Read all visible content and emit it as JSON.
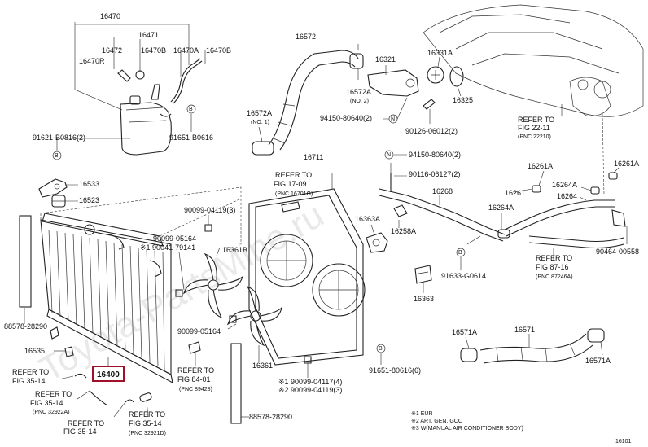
{
  "watermark": "Toyota-PartsMine.ru",
  "highlight_part": "16400",
  "labels": {
    "p16470": "16470",
    "p16471": "16471",
    "p16472": "16472",
    "p16470B_1": "16470B",
    "p16470A": "16470A",
    "p16470B_2": "16470B",
    "p16470R": "16470R",
    "p91621": "91621-B0816(2)",
    "p91651_1": "91651-B0616",
    "p16533": "16533",
    "p16523": "16523",
    "p16572": "16572",
    "p16572A_1": "16572A",
    "p16572A_1n": "(NO. 1)",
    "p16572A_2": "16572A",
    "p16572A_2n": "(NO. 2)",
    "p16321": "16321",
    "p16331A": "16331A",
    "p16325": "16325",
    "p94150_1": "94150-80640(2)",
    "p90126": "90126-06012(2)",
    "p94150_2": "94150-80640(2)",
    "p90116": "90116-06127(2)",
    "p16711": "16711",
    "ref17_09a": "REFER TO",
    "ref17_09b": "FIG 17-09",
    "ref17_09c": "(PNC 16701G)",
    "p90099_04119": "90099-04119(3)",
    "p90099_05164a": "90099-05164",
    "p90041": "※1 90041-79141",
    "p16361B": "16361B",
    "p16363A": "16363A",
    "p16258A": "16258A",
    "p16268": "16268",
    "p16264A_1": "16264A",
    "p16261A_1": "16261A",
    "p16261": "16261",
    "p16264A_2": "16264A",
    "p16264": "16264",
    "p16261A_2": "16261A",
    "ref22_11a": "REFER TO",
    "ref22_11b": "FIG 22-11",
    "ref22_11c": "(PNC 22210)",
    "p90464": "90464-00558",
    "ref87_16a": "REFER TO",
    "ref87_16b": "FIG 87-16",
    "ref87_16c": "(PNC 87246A)",
    "p91633": "91633-G0614",
    "p16363": "16363",
    "p88578_1": "88578-28290",
    "p16535": "16535",
    "p16400": "16400",
    "ref35_14a1": "REFER TO",
    "ref35_14a2": "FIG 35-14",
    "ref35_14b1": "REFER TO",
    "ref35_14b2": "FIG 35-14",
    "ref35_14b3": "(PNC 32922A)",
    "ref35_14c1": "REFER TO",
    "ref35_14c2": "FIG 35-14",
    "ref35_14d1": "REFER TO",
    "ref35_14d2": "FIG 35-14",
    "ref35_14d3": "(PNC 32921D)",
    "p90099_05164b": "90099-05164",
    "ref84_01a": "REFER TO",
    "ref84_01b": "FIG 84-01",
    "ref84_01c": "(PNC 89428)",
    "p16361": "16361",
    "p90099_04117": "※1 90099-04117(4)",
    "p90099_04119b": "※2 90099-04119(3)",
    "p91651_2": "91651-80616(6)",
    "p88578_2": "88578-28290",
    "p16571A_1": "16571A",
    "p16571": "16571",
    "p16571A_2": "16571A",
    "note1": "※1 EUR",
    "note2": "※2 ART, GEN, GCC",
    "note3": "※3 W(MANUAL AIR CONDITIONER BODY)",
    "fig_id": "16101"
  }
}
